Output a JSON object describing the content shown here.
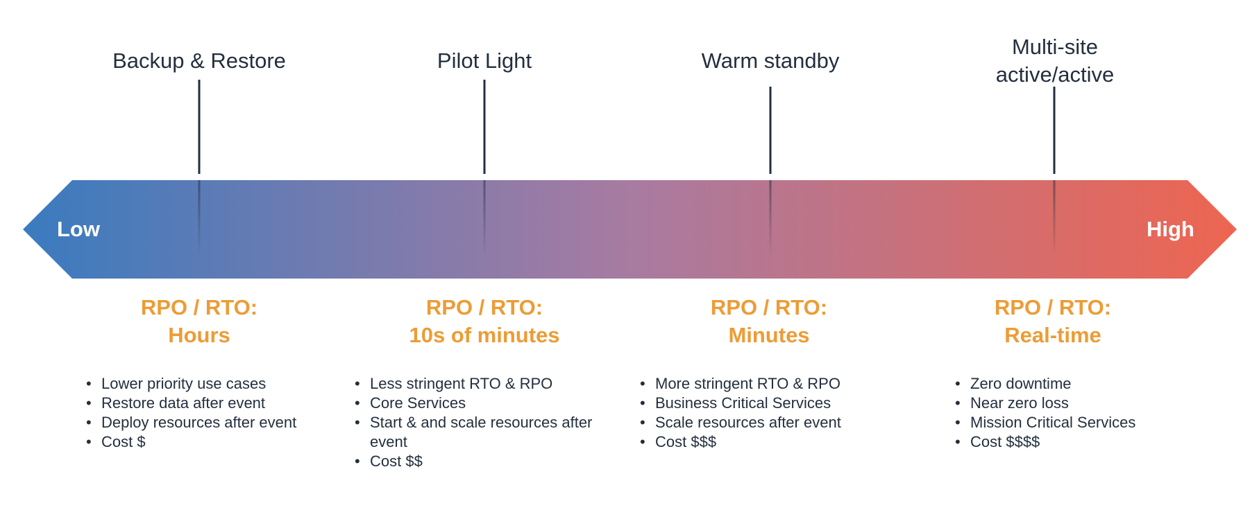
{
  "scale": {
    "low_label": "Low",
    "high_label": "High",
    "gradient_start": "#3a7bbf",
    "gradient_mid": "#a87ba1",
    "gradient_end": "#ee6550"
  },
  "strategies": [
    {
      "title": "Backup & Restore",
      "rpo_label": "RPO / RTO:",
      "rpo_value": "Hours",
      "bullets": [
        "Lower priority use cases",
        "Restore data after event",
        "Deploy resources after event",
        "Cost $"
      ]
    },
    {
      "title": "Pilot Light",
      "rpo_label": "RPO / RTO:",
      "rpo_value": "10s of minutes",
      "bullets": [
        "Less stringent RTO & RPO",
        "Core Services",
        "Start & and scale resources after event",
        "Cost $$"
      ]
    },
    {
      "title": "Warm standby",
      "rpo_label": "RPO / RTO:",
      "rpo_value": "Minutes",
      "bullets": [
        "More stringent RTO & RPO",
        "Business Critical Services",
        "Scale resources after event",
        "Cost $$$"
      ]
    },
    {
      "title": "Multi-site\nactive/active",
      "rpo_label": "RPO / RTO:",
      "rpo_value": "Real-time",
      "bullets": [
        "Zero downtime",
        "Near zero loss",
        "Mission Critical Services",
        "Cost $$$$"
      ]
    }
  ],
  "colors": {
    "text": "#232f3e",
    "accent": "#ec9c36",
    "arrow_text": "#ffffff"
  }
}
